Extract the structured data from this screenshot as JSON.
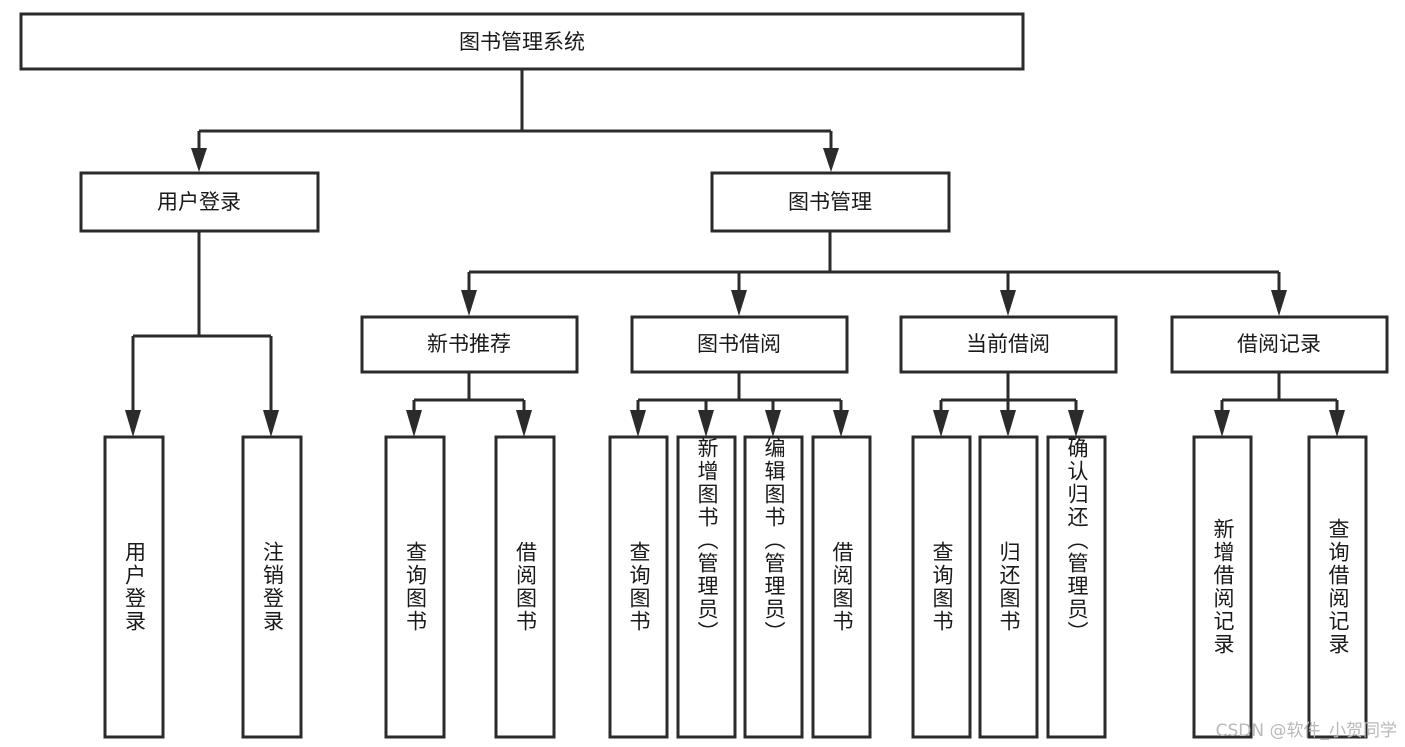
{
  "diagram": {
    "title": "图书管理系统",
    "type": "tree-hierarchy",
    "watermark": "CSDN @软件_小贺同学",
    "colors": {
      "stroke": "#2b2b2b",
      "fill": "#ffffff",
      "text": "#1a1a1a",
      "watermark": "#b9b9b9"
    },
    "root": {
      "label": "图书管理系统"
    },
    "level2": [
      {
        "label": "用户登录"
      },
      {
        "label": "图书管理"
      }
    ],
    "level3": [
      {
        "label": "新书推荐"
      },
      {
        "label": "图书借阅"
      },
      {
        "label": "当前借阅"
      },
      {
        "label": "借阅记录"
      }
    ],
    "leaves": {
      "user_login": [
        {
          "label": "用户登录"
        },
        {
          "label": "注销登录"
        }
      ],
      "new_book": [
        {
          "label": "查询图书"
        },
        {
          "label": "借阅图书"
        }
      ],
      "book_borrow": [
        {
          "label": "查询图书"
        },
        {
          "label": "新增图书（管理员）"
        },
        {
          "label": "编辑图书（管理员）"
        },
        {
          "label": "借阅图书"
        }
      ],
      "current_borrow": [
        {
          "label": "查询图书"
        },
        {
          "label": "归还图书"
        },
        {
          "label": "确认归还（管理员）"
        }
      ],
      "borrow_record": [
        {
          "label": "新增借阅记录"
        },
        {
          "label": "查询借阅记录"
        }
      ]
    }
  }
}
